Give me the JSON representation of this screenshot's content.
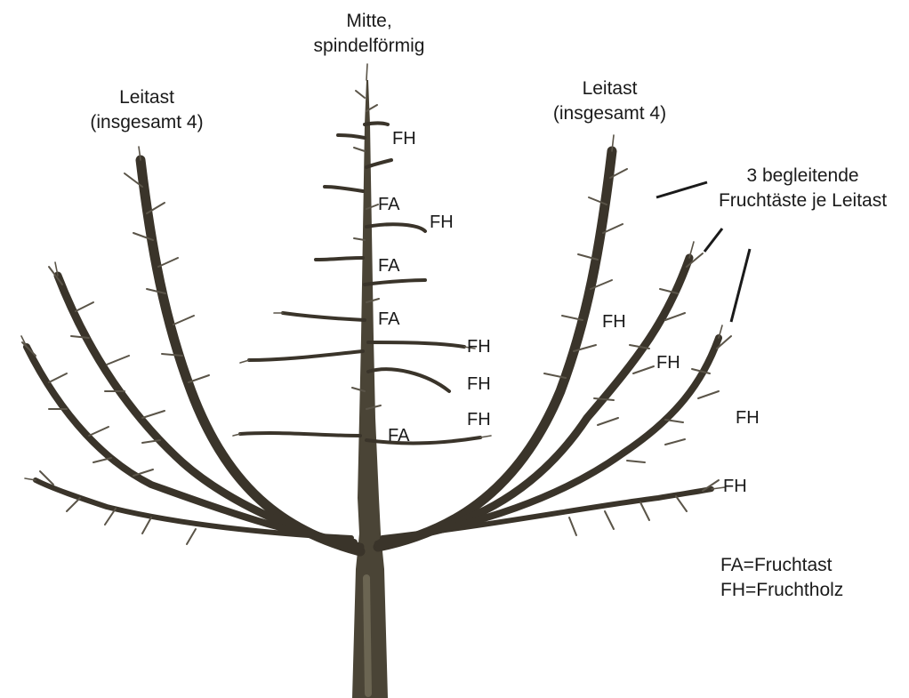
{
  "labels": {
    "center_leader_line1": "Mitte,",
    "center_leader_line2": "spindelförmig",
    "left_leader_line1": "Leitast",
    "left_leader_line2": "(insgesamt 4)",
    "right_leader_line1": "Leitast",
    "right_leader_line2": "(insgesamt 4)",
    "companion_line1": "3 begleitende",
    "companion_line2": "Fruchtäste je Leitast",
    "fh": "FH",
    "fa": "FA",
    "legend_fa": "FA=Fruchtast",
    "legend_fh": "FH=Fruchtholz"
  },
  "colors": {
    "background": "#ffffff",
    "trunk": "#4a4436",
    "trunk_light": "#6b6552",
    "branch": "#3a342a",
    "twig": "#5a5448",
    "text": "#1a1a1a",
    "pointer": "#1a1a1a"
  }
}
